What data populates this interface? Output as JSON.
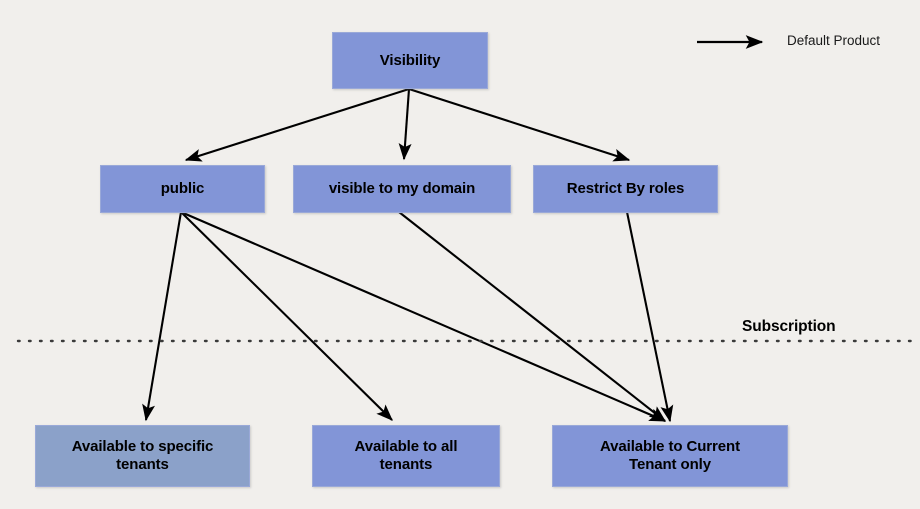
{
  "diagram": {
    "title_node": {
      "label": "Visibility"
    },
    "background_color": "#f1efec",
    "node_fill_primary": "#8295d7",
    "node_fill_secondary": "#8ba1c9",
    "edge_color": "#000000",
    "legend": {
      "arrow_icon": "arrow-right-icon",
      "label": "Default Product"
    },
    "divider": {
      "label": "Subscription",
      "style": "dotted"
    },
    "level1": [
      {
        "label": "Visibility"
      }
    ],
    "level2": [
      {
        "label": "public"
      },
      {
        "label": "visible to my domain"
      },
      {
        "label": "Restrict By roles"
      }
    ],
    "level3": [
      {
        "label": "Available to specific tenants"
      },
      {
        "label": "Available to all tenants"
      },
      {
        "label": "Available to Current Tenant only"
      }
    ],
    "level3_lines": {
      "specific_line1": "Available to specific",
      "specific_line2": "tenants",
      "all_line1": "Available to all",
      "all_line2": "tenants",
      "current_line1": "Available to Current",
      "current_line2": "Tenant only"
    },
    "edges": [
      {
        "from": "Visibility",
        "to": "public"
      },
      {
        "from": "Visibility",
        "to": "visible to my domain"
      },
      {
        "from": "Visibility",
        "to": "Restrict By roles"
      },
      {
        "from": "public",
        "to": "Available to specific tenants"
      },
      {
        "from": "public",
        "to": "Available to all tenants"
      },
      {
        "from": "public",
        "to": "Available to Current Tenant only"
      },
      {
        "from": "visible to my domain",
        "to": "Available to Current Tenant only"
      },
      {
        "from": "Restrict By roles",
        "to": "Available to Current Tenant only"
      }
    ]
  }
}
